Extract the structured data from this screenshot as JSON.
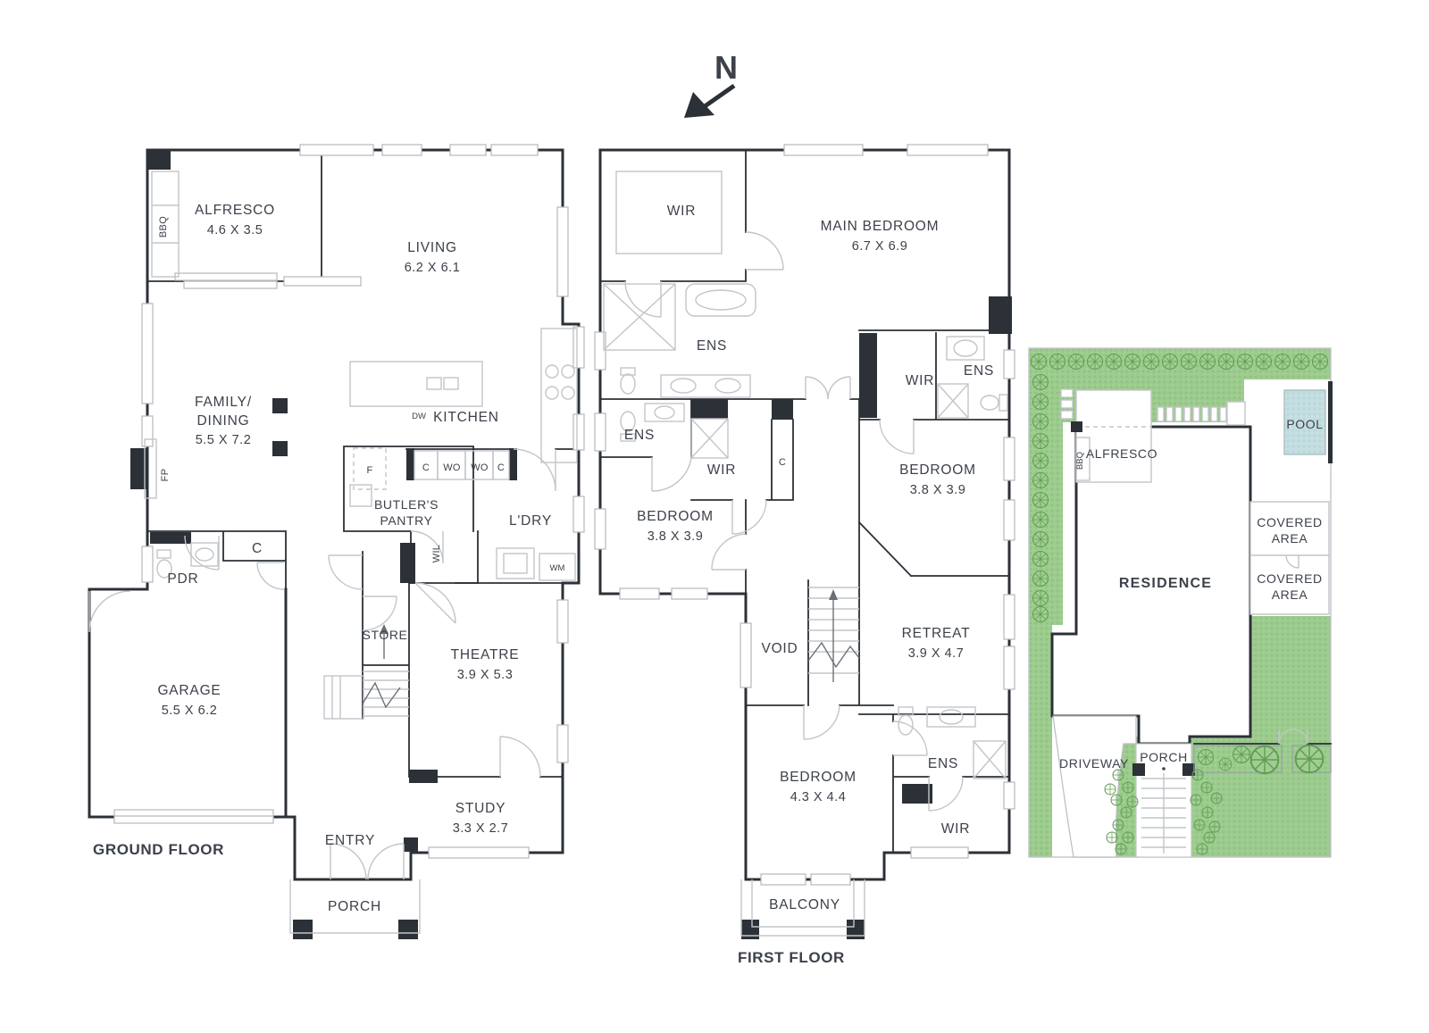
{
  "colors": {
    "wall": "#2c3037",
    "text": "#3c414a",
    "light": "#c2c5c9",
    "green": "#9ccb8e",
    "green_dark": "#5f9e52",
    "pool": "#c3dde0"
  },
  "north": {
    "label": "N"
  },
  "ground_floor": {
    "title": "GROUND FLOOR",
    "rooms": {
      "alfresco": {
        "name": "ALFRESCO",
        "dims": "4.6 X 3.5"
      },
      "living": {
        "name": "LIVING",
        "dims": "6.2 X 6.1"
      },
      "family": {
        "name_line1": "FAMILY/",
        "name_line2": "DINING",
        "dims": "5.5 X 7.2"
      },
      "kitchen": {
        "name": "KITCHEN"
      },
      "butlers_pantry": {
        "name_line1": "BUTLER'S",
        "name_line2": "PANTRY"
      },
      "laundry": {
        "name": "L'DRY"
      },
      "powder": {
        "name": "PDR"
      },
      "garage": {
        "name": "GARAGE",
        "dims": "5.5 X 6.2"
      },
      "store": {
        "name": "STORE"
      },
      "theatre": {
        "name": "THEATRE",
        "dims": "3.9 X 5.3"
      },
      "study": {
        "name": "STUDY",
        "dims": "3.3 X 2.7"
      },
      "entry": {
        "name": "ENTRY"
      },
      "porch": {
        "name": "PORCH"
      }
    },
    "fixtures": {
      "bbq": "BBQ",
      "fp": "FP",
      "dw": "DW",
      "fridge": "F",
      "cab_c1": "C",
      "cab_wo1": "WO",
      "cab_wo2": "WO",
      "cab_c2": "C",
      "wil": "WIL",
      "wm": "WM",
      "closet": "C"
    }
  },
  "first_floor": {
    "title": "FIRST FLOOR",
    "rooms": {
      "wir_main": {
        "name": "WIR"
      },
      "main_bedroom": {
        "name": "MAIN BEDROOM",
        "dims": "6.7 X 6.9"
      },
      "ens_main": {
        "name": "ENS"
      },
      "ens_left": {
        "name": "ENS"
      },
      "wir_left": {
        "name": "WIR"
      },
      "closet": {
        "name": "C"
      },
      "wir_right": {
        "name": "WIR"
      },
      "ens_right": {
        "name": "ENS"
      },
      "bedroom2": {
        "name": "BEDROOM",
        "dims": "3.8 X 3.9"
      },
      "bedroom3": {
        "name": "BEDROOM",
        "dims": "3.8 X 3.9"
      },
      "void": {
        "name": "VOID"
      },
      "retreat": {
        "name": "RETREAT",
        "dims": "3.9 X 4.7"
      },
      "bedroom4": {
        "name": "BEDROOM",
        "dims": "4.3 X 4.4"
      },
      "ens_lower": {
        "name": "ENS"
      },
      "wir_lower": {
        "name": "WIR"
      },
      "balcony": {
        "name": "BALCONY"
      }
    }
  },
  "site_plan": {
    "labels": {
      "residence": "RESIDENCE",
      "alfresco": "ALFRESCO",
      "bbq": "BBQ",
      "pool": "POOL",
      "covered1_line1": "COVERED",
      "covered1_line2": "AREA",
      "covered2_line1": "COVERED",
      "covered2_line2": "AREA",
      "driveway": "DRIVEWAY",
      "porch": "PORCH"
    }
  }
}
